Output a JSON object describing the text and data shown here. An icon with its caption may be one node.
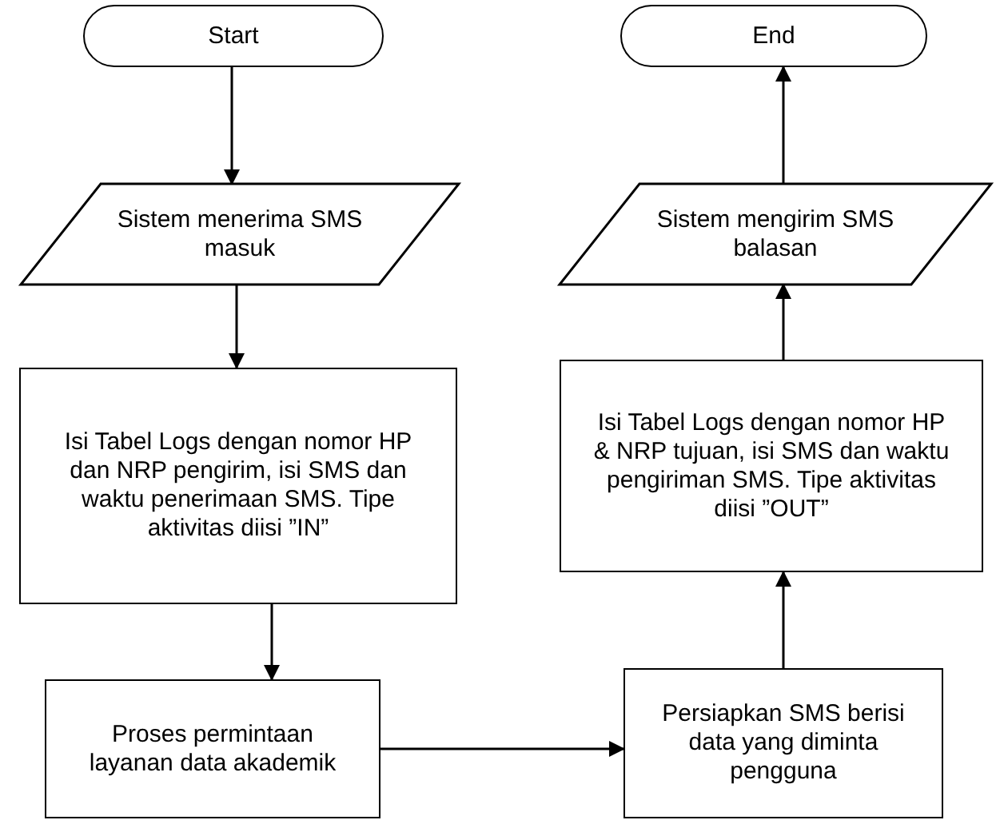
{
  "diagram": {
    "nodes": [
      {
        "text": [
          "Start"
        ]
      },
      {
        "text": [
          "End"
        ]
      },
      {
        "text": [
          "Sistem menerima SMS masuk"
        ]
      },
      {
        "text": [
          "Sistem mengirim SMS balasan"
        ]
      },
      {
        "text": [
          "Isi Tabel Logs dengan nomor HP dan NRP pengirim, isi SMS dan waktu penerimaan SMS. Tipe aktivitas diisi ”IN”"
        ]
      },
      {
        "text": [
          "Isi Tabel Logs dengan nomor HP & NRP tujuan, isi SMS dan waktu pengiriman SMS. Tipe aktivitas diisi ”OUT”"
        ]
      },
      {
        "text": [
          "Proses permintaan layanan data akademik"
        ]
      },
      {
        "text": [
          "Persiapkan SMS berisi data yang diminta  pengguna"
        ]
      }
    ],
    "edges": [
      {
        "from": 0,
        "to": 2,
        "arrow": "to"
      },
      {
        "from": 2,
        "to": 4,
        "arrow": "to"
      },
      {
        "from": 4,
        "to": 6,
        "arrow": "to"
      },
      {
        "from": 6,
        "to": 7,
        "arrow": "to"
      },
      {
        "from": 7,
        "to": 5,
        "arrow": "to"
      },
      {
        "from": 5,
        "to": 3,
        "arrow": "to"
      },
      {
        "from": 3,
        "to": 1,
        "arrow": "to"
      }
    ]
  }
}
